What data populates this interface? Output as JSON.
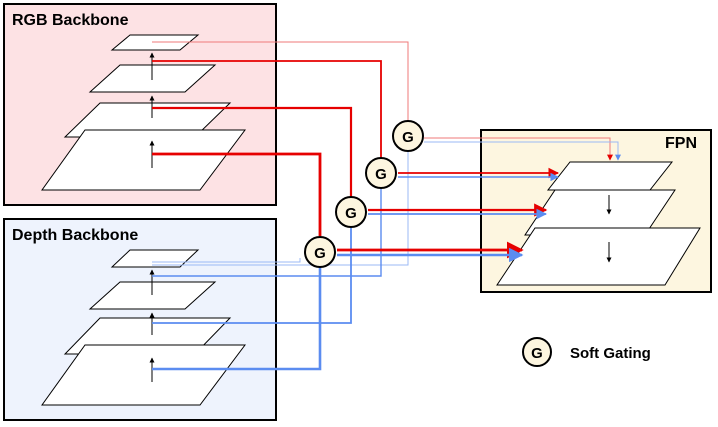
{
  "rgb_backbone": {
    "title": "RGB Backbone",
    "fill": "#fde2e4",
    "stroke": "#000000"
  },
  "depth_backbone": {
    "title": "Depth Backbone",
    "fill": "#eef3fd",
    "stroke": "#000000"
  },
  "fpn": {
    "title": "FPN",
    "fill": "#fdf6e0",
    "stroke": "#000000"
  },
  "gates": [
    {
      "label": "G"
    },
    {
      "label": "G"
    },
    {
      "label": "G"
    },
    {
      "label": "G"
    }
  ],
  "legend": {
    "symbol": "G",
    "label": "Soft Gating"
  },
  "colors": {
    "rgb_line": "#e60000",
    "rgb_line_light": "#ef7a7a",
    "depth_line": "#5b8cf0",
    "depth_line_light": "#9bb9f5",
    "gate_fill": "#fdf6e0"
  }
}
